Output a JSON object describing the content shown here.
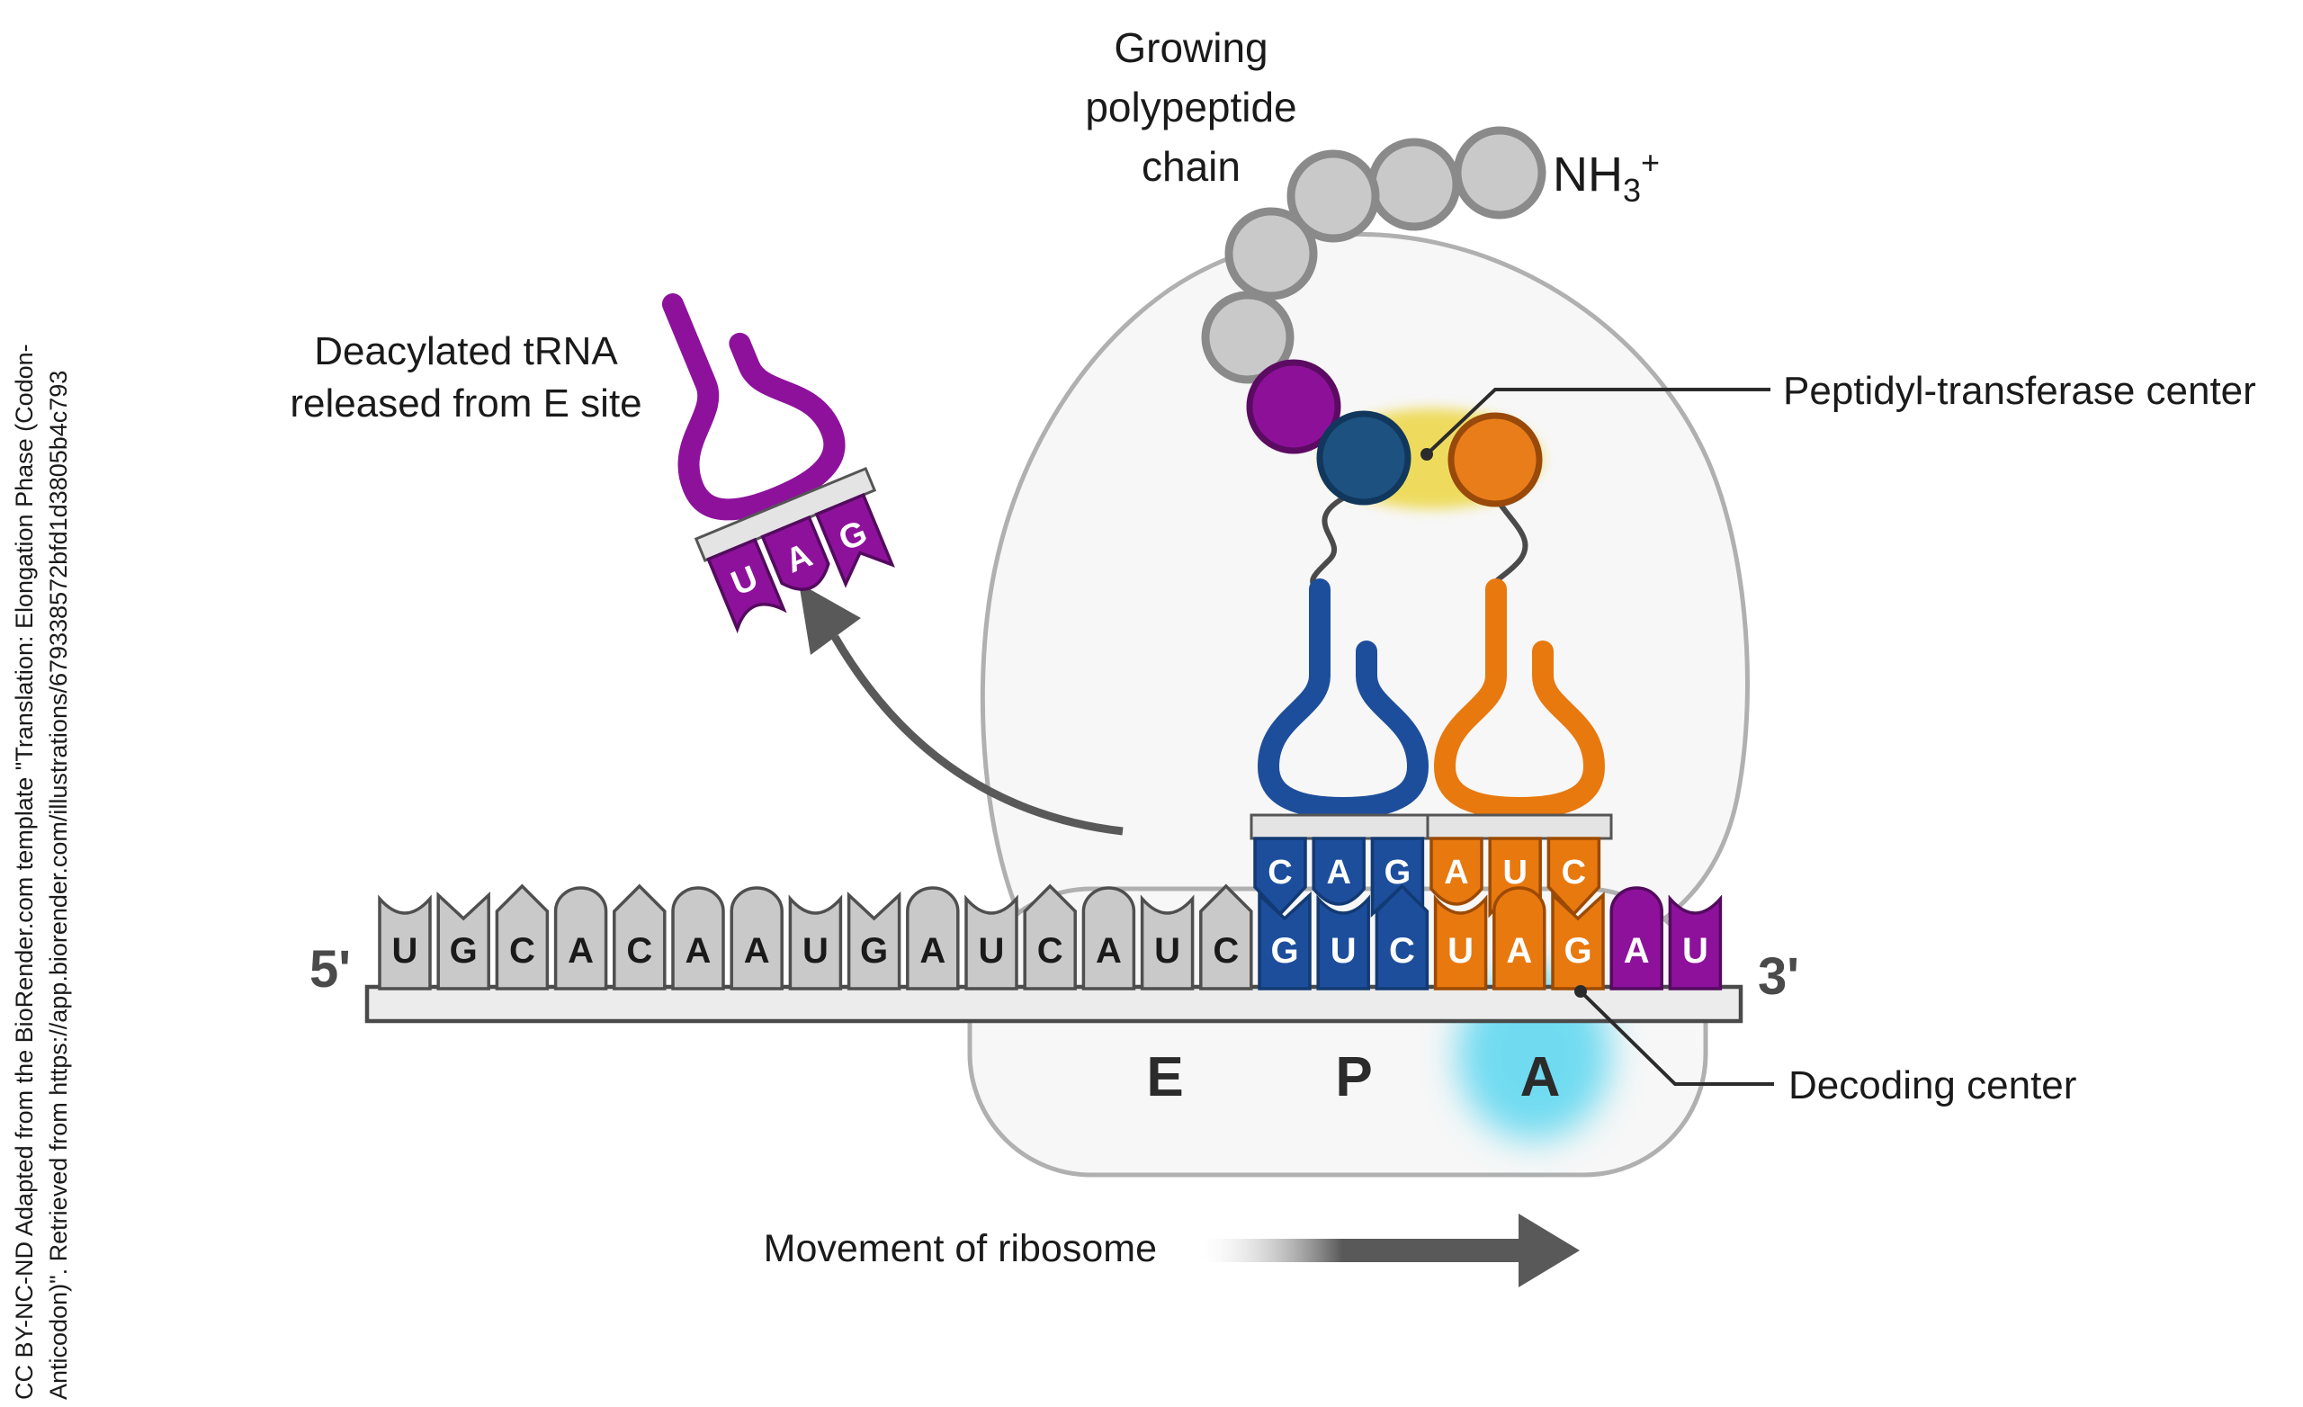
{
  "attribution": {
    "line1": "CC BY-NC-ND Adapted from the BioRender.com template \"Translation: Elongation Phase (Codon-",
    "line2": "Anticodon)\". Retrieved from https://app.biorender.com/illustrations/679338572bfd1d3805b4c793"
  },
  "labels": {
    "growing_chain": [
      "Growing",
      "polypeptide",
      "chain"
    ],
    "nh3": {
      "prefix": "NH",
      "sub": "3",
      "sup": "+"
    },
    "peptidyl": "Peptidyl-transferase center",
    "decoding": "Decoding center",
    "deacylated": [
      "Deacylated tRNA",
      "released from E site"
    ],
    "movement": "Movement of ribosome",
    "five_prime": "5'",
    "three_prime": "3'",
    "sites": {
      "e": "E",
      "p": "P",
      "a": "A"
    }
  },
  "mrna": {
    "sequence": "UGCACAAUGAUCAUCGUCUAGAU",
    "nucleotides": [
      {
        "base": "U",
        "group": "gray"
      },
      {
        "base": "G",
        "group": "gray"
      },
      {
        "base": "C",
        "group": "gray"
      },
      {
        "base": "A",
        "group": "gray"
      },
      {
        "base": "C",
        "group": "gray"
      },
      {
        "base": "A",
        "group": "gray"
      },
      {
        "base": "A",
        "group": "gray"
      },
      {
        "base": "U",
        "group": "gray"
      },
      {
        "base": "G",
        "group": "gray"
      },
      {
        "base": "A",
        "group": "gray"
      },
      {
        "base": "U",
        "group": "gray"
      },
      {
        "base": "C",
        "group": "gray"
      },
      {
        "base": "A",
        "group": "gray"
      },
      {
        "base": "U",
        "group": "gray"
      },
      {
        "base": "C",
        "group": "gray"
      },
      {
        "base": "G",
        "group": "blue"
      },
      {
        "base": "U",
        "group": "blue"
      },
      {
        "base": "C",
        "group": "blue"
      },
      {
        "base": "U",
        "group": "orange"
      },
      {
        "base": "A",
        "group": "orange"
      },
      {
        "base": "G",
        "group": "orange"
      },
      {
        "base": "A",
        "group": "purple"
      },
      {
        "base": "U",
        "group": "purple"
      }
    ]
  },
  "trnas": {
    "p_site": {
      "group": "blue",
      "anticodon": [
        "C",
        "A",
        "G"
      ]
    },
    "a_site": {
      "group": "orange",
      "anticodon": [
        "A",
        "U",
        "C"
      ]
    },
    "released": {
      "group": "purple",
      "anticodon": [
        "U",
        "A",
        "G"
      ]
    }
  },
  "polypeptide": {
    "amino_acids": [
      "gray",
      "gray",
      "gray",
      "gray",
      "gray",
      "purple",
      "blue",
      "orange"
    ]
  },
  "colors": {
    "background": "#ffffff",
    "ribosome_fill": "#f7f7f7",
    "ribosome_stroke": "#b0b0b0",
    "backbone_fill": "#ececec",
    "backbone_stroke": "#4a4a4a",
    "bar_fill": "#e4e4e4",
    "bar_stroke": "#555555",
    "arrow": "#595959",
    "squiggle": "#4a4a4a",
    "pointer": "#2b2b2b",
    "yellow_highlight": "#eeda57",
    "cyan_highlight": "#4fd4ef",
    "amino": {
      "gray": {
        "fill": "#c9c9c9",
        "stroke": "#8a8a8a"
      },
      "purple": {
        "fill": "#8c1198",
        "stroke": "#5c0b63"
      },
      "blue": {
        "fill": "#1d5180",
        "stroke": "#11385c"
      },
      "orange": {
        "fill": "#e87d1a",
        "stroke": "#99490a"
      }
    },
    "groups": {
      "gray": {
        "fill": "#c9c9c9",
        "stroke": "#4f4f4f",
        "text": "#1a1a1a"
      },
      "blue": {
        "fill": "#1d4e9c",
        "stroke": "#123a73",
        "text": "#ffffff"
      },
      "orange": {
        "fill": "#e8790f",
        "stroke": "#9c4a00",
        "text": "#ffffff"
      },
      "purple": {
        "fill": "#8e119c",
        "stroke": "#530b5e",
        "text": "#ffffff"
      }
    }
  }
}
